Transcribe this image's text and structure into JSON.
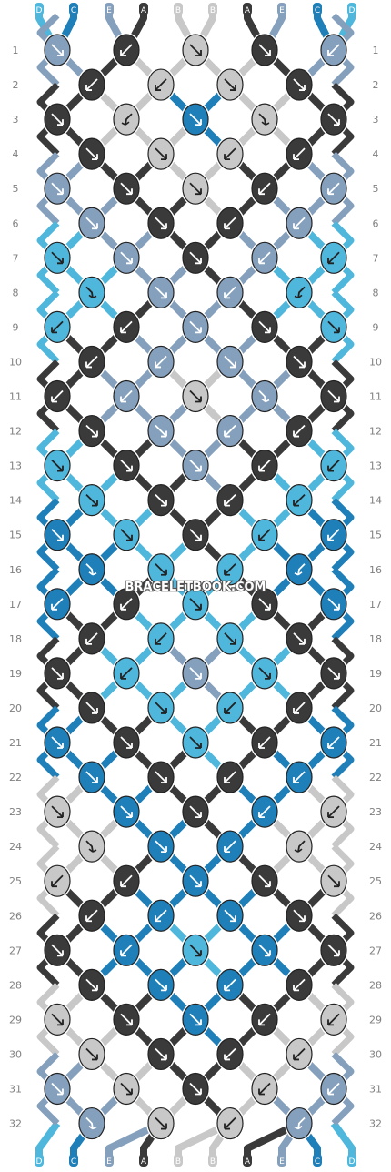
{
  "watermark": "BRACELETBOOK.COM",
  "colors": {
    "A": "#3a3a3a",
    "B": "#c8c8c8",
    "C": "#1f7fb8",
    "D": "#4fb6dc",
    "E": "#85a0bd"
  },
  "strand_labels_top": [
    "D",
    "C",
    "E",
    "A",
    "B",
    "B",
    "A",
    "E",
    "C",
    "D"
  ],
  "strand_labels_bottom": [
    "D",
    "C",
    "E",
    "A",
    "B",
    "B",
    "A",
    "E",
    "C",
    "D"
  ],
  "row_labels": [
    "1",
    "2",
    "3",
    "4",
    "5",
    "6",
    "7",
    "8",
    "9",
    "10",
    "11",
    "12",
    "13",
    "14",
    "15",
    "16",
    "17",
    "18",
    "19",
    "20",
    "21",
    "22",
    "23",
    "24",
    "25",
    "26",
    "27",
    "28",
    "29",
    "30",
    "31",
    "32"
  ],
  "knot_rows": [
    [
      [
        "E",
        "se"
      ],
      [
        "A",
        "sw"
      ],
      [
        "B",
        "se"
      ],
      [
        "A",
        "se"
      ],
      [
        "E",
        "sw"
      ]
    ],
    [
      [
        "A",
        "sw"
      ],
      [
        "B",
        "sw"
      ],
      [
        "B",
        "se"
      ],
      [
        "A",
        "se"
      ]
    ],
    [
      [
        "A",
        "se"
      ],
      [
        "B",
        "sw-back"
      ],
      [
        "C",
        "se"
      ],
      [
        "B",
        "se-back"
      ],
      [
        "A",
        "se"
      ]
    ],
    [
      [
        "A",
        "se"
      ],
      [
        "B",
        "se"
      ],
      [
        "B",
        "sw"
      ],
      [
        "A",
        "sw"
      ]
    ],
    [
      [
        "E",
        "se"
      ],
      [
        "A",
        "se"
      ],
      [
        "B",
        "se"
      ],
      [
        "A",
        "sw"
      ],
      [
        "E",
        "sw"
      ]
    ],
    [
      [
        "E",
        "se"
      ],
      [
        "A",
        "se"
      ],
      [
        "A",
        "sw"
      ],
      [
        "E",
        "sw"
      ]
    ],
    [
      [
        "D",
        "se"
      ],
      [
        "E",
        "se"
      ],
      [
        "A",
        "se"
      ],
      [
        "E",
        "sw"
      ],
      [
        "D",
        "sw"
      ]
    ],
    [
      [
        "D",
        "se-back"
      ],
      [
        "E",
        "se"
      ],
      [
        "E",
        "sw"
      ],
      [
        "D",
        "sw-back"
      ]
    ],
    [
      [
        "D",
        "sw"
      ],
      [
        "A",
        "sw"
      ],
      [
        "E",
        "se"
      ],
      [
        "A",
        "se"
      ],
      [
        "D",
        "se"
      ]
    ],
    [
      [
        "A",
        "sw"
      ],
      [
        "E",
        "sw"
      ],
      [
        "E",
        "se"
      ],
      [
        "A",
        "se"
      ]
    ],
    [
      [
        "A",
        "sw"
      ],
      [
        "E",
        "sw"
      ],
      [
        "B",
        "se"
      ],
      [
        "E",
        "se-back"
      ],
      [
        "A",
        "se"
      ]
    ],
    [
      [
        "A",
        "se"
      ],
      [
        "E",
        "se"
      ],
      [
        "E",
        "sw"
      ],
      [
        "A",
        "sw"
      ]
    ],
    [
      [
        "D",
        "se"
      ],
      [
        "A",
        "se"
      ],
      [
        "E",
        "se"
      ],
      [
        "A",
        "sw"
      ],
      [
        "D",
        "sw"
      ]
    ],
    [
      [
        "D",
        "se"
      ],
      [
        "A",
        "se"
      ],
      [
        "A",
        "sw"
      ],
      [
        "D",
        "sw"
      ]
    ],
    [
      [
        "C",
        "se"
      ],
      [
        "D",
        "se"
      ],
      [
        "A",
        "se"
      ],
      [
        "D",
        "sw"
      ],
      [
        "C",
        "sw"
      ]
    ],
    [
      [
        "C",
        "se-back"
      ],
      [
        "D",
        "se"
      ],
      [
        "D",
        "sw"
      ],
      [
        "C",
        "sw-back"
      ]
    ],
    [
      [
        "C",
        "sw"
      ],
      [
        "A",
        "sw"
      ],
      [
        "D",
        "se"
      ],
      [
        "A",
        "se"
      ],
      [
        "C",
        "se"
      ]
    ],
    [
      [
        "A",
        "sw"
      ],
      [
        "D",
        "sw"
      ],
      [
        "D",
        "se"
      ],
      [
        "A",
        "se"
      ]
    ],
    [
      [
        "A",
        "se"
      ],
      [
        "D",
        "sw"
      ],
      [
        "E",
        "se"
      ],
      [
        "D",
        "se"
      ],
      [
        "A",
        "se"
      ]
    ],
    [
      [
        "A",
        "se"
      ],
      [
        "D",
        "se"
      ],
      [
        "D",
        "sw"
      ],
      [
        "A",
        "sw"
      ]
    ],
    [
      [
        "C",
        "se"
      ],
      [
        "A",
        "se"
      ],
      [
        "D",
        "se"
      ],
      [
        "A",
        "sw"
      ],
      [
        "C",
        "sw"
      ]
    ],
    [
      [
        "C",
        "se"
      ],
      [
        "A",
        "se"
      ],
      [
        "A",
        "sw"
      ],
      [
        "C",
        "sw"
      ]
    ],
    [
      [
        "B",
        "se"
      ],
      [
        "C",
        "se"
      ],
      [
        "A",
        "se"
      ],
      [
        "C",
        "sw"
      ],
      [
        "B",
        "sw"
      ]
    ],
    [
      [
        "B",
        "se-back"
      ],
      [
        "C",
        "se"
      ],
      [
        "C",
        "sw"
      ],
      [
        "B",
        "sw-back"
      ]
    ],
    [
      [
        "B",
        "sw"
      ],
      [
        "A",
        "sw"
      ],
      [
        "C",
        "se"
      ],
      [
        "A",
        "se"
      ],
      [
        "B",
        "se"
      ]
    ],
    [
      [
        "A",
        "sw"
      ],
      [
        "C",
        "sw"
      ],
      [
        "C",
        "se"
      ],
      [
        "A",
        "se"
      ]
    ],
    [
      [
        "A",
        "se"
      ],
      [
        "C",
        "sw"
      ],
      [
        "D",
        "se"
      ],
      [
        "C",
        "se"
      ],
      [
        "A",
        "se"
      ]
    ],
    [
      [
        "A",
        "se"
      ],
      [
        "C",
        "se"
      ],
      [
        "C",
        "sw"
      ],
      [
        "A",
        "sw"
      ]
    ],
    [
      [
        "B",
        "se"
      ],
      [
        "A",
        "se"
      ],
      [
        "C",
        "se"
      ],
      [
        "A",
        "sw"
      ],
      [
        "B",
        "sw"
      ]
    ],
    [
      [
        "B",
        "se"
      ],
      [
        "A",
        "se"
      ],
      [
        "A",
        "sw"
      ],
      [
        "B",
        "sw"
      ]
    ],
    [
      [
        "E",
        "se"
      ],
      [
        "B",
        "se"
      ],
      [
        "A",
        "se"
      ],
      [
        "B",
        "sw"
      ],
      [
        "E",
        "sw"
      ]
    ],
    [
      [
        "E",
        "se-back"
      ],
      [
        "B",
        "se"
      ],
      [
        "B",
        "sw"
      ],
      [
        "E",
        "sw-back"
      ]
    ]
  ]
}
